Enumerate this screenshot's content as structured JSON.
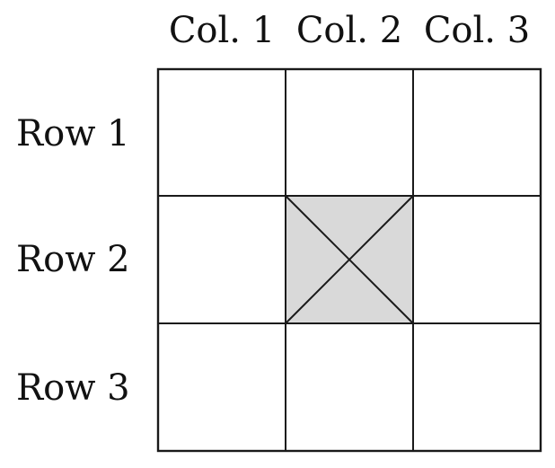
{
  "columns": [
    "Col. 1",
    "Col. 2",
    "Col. 3"
  ],
  "rows": [
    "Row 1",
    "Row 2",
    "Row 3"
  ],
  "highlighted_cell": {
    "row": 2,
    "col": 2,
    "marker": "X"
  },
  "colors": {
    "line": "#1a1a1a",
    "highlight_fill": "#d9d9d9",
    "background": "#ffffff"
  }
}
